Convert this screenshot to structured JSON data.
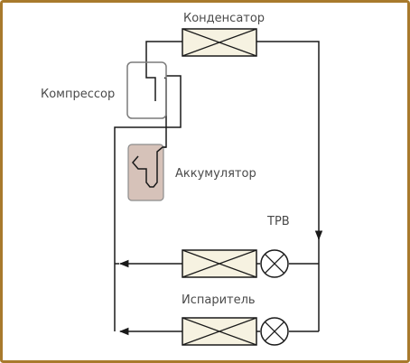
{
  "labels": {
    "condenser": "Конденсатор",
    "compressor": "Компрессор",
    "accumulator": "Аккумулятор",
    "expansion_valve": "ТРВ",
    "evaporator": "Испаритель"
  },
  "colors": {
    "frame_border": "#a87a2c",
    "frame_fill": "#ffffff",
    "line": "#1a1a1a",
    "heat_exchanger_fill": "#f6f2e1",
    "compressor_stroke": "#7b7b7b",
    "accumulator_fill": "#d6c2b9"
  }
}
